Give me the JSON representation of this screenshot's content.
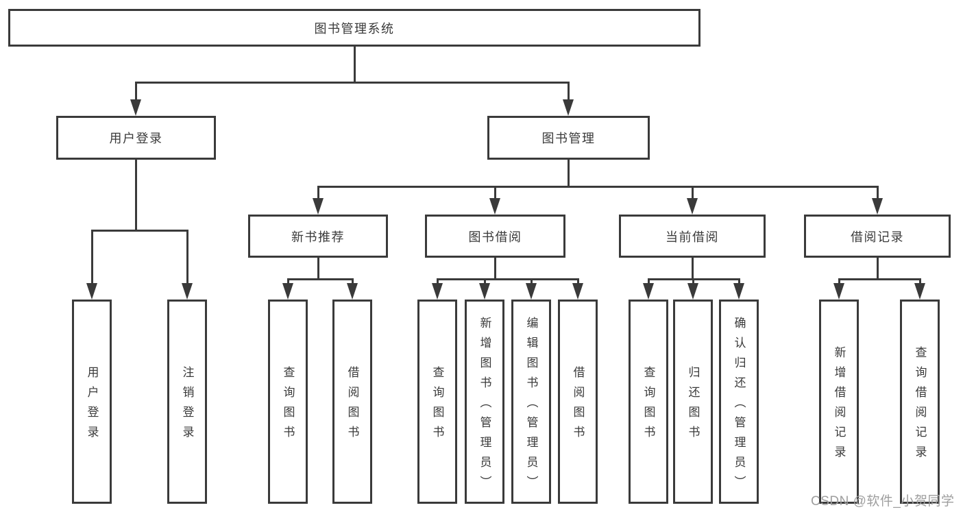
{
  "diagram": {
    "title": "图书管理系统",
    "level2": {
      "user_login": "用户登录",
      "book_mgmt": "图书管理"
    },
    "level3": {
      "new_book_rec": "新书推荐",
      "book_borrow": "图书借阅",
      "current_borrow": "当前借阅",
      "borrow_record": "借阅记录"
    },
    "leaves": {
      "user_login": "用户登录",
      "logout": "注销登录",
      "query_book_newrec": "查询图书",
      "borrow_book_newrec": "借阅图书",
      "query_book_borrow": "查询图书",
      "add_book_admin": "新增图书（管理员）",
      "edit_book_admin": "编辑图书（管理员）",
      "borrow_book_borrow": "借阅图书",
      "query_book_current": "查询图书",
      "return_book": "归还图书",
      "confirm_return_admin": "确认归还（管理员）",
      "add_borrow_record": "新增借阅记录",
      "query_borrow_record": "查询借阅记录"
    },
    "watermark": "CSDN @软件_小贺同学",
    "colors": {
      "line": "#3a3a3a",
      "text": "#3a3a3a",
      "watermark": "#9e9e9e",
      "background": "#ffffff"
    }
  }
}
